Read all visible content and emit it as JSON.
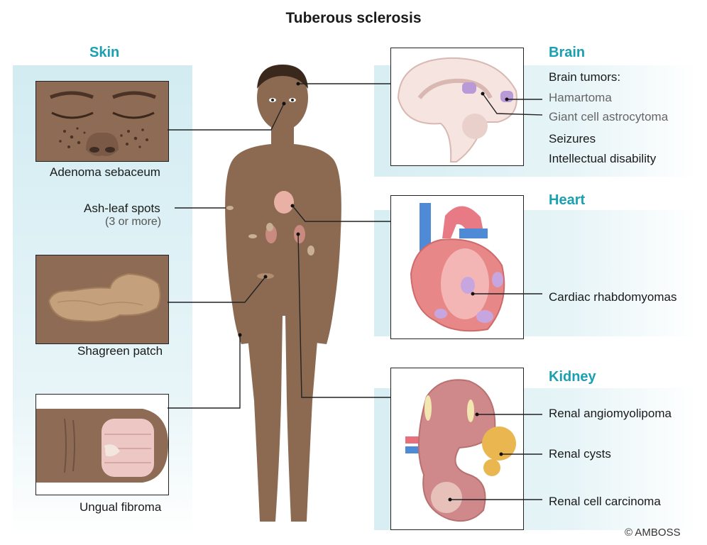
{
  "title": "Tuberous sclerosis",
  "skin": {
    "heading": "Skin",
    "adenoma": "Adenoma sebaceum",
    "ash_leaf": "Ash-leaf spots",
    "ash_leaf_note": "(3 or more)",
    "shagreen": "Shagreen patch",
    "ungual": "Ungual fibroma"
  },
  "brain": {
    "heading": "Brain",
    "tumors": "Brain tumors:",
    "hamartoma": "Hamartoma",
    "giant_cell": "Giant cell astrocytoma",
    "seizures": "Seizures",
    "intellectual": "Intellectual disability"
  },
  "heart": {
    "heading": "Heart",
    "rhabdo": "Cardiac rhabdomyomas"
  },
  "kidney": {
    "heading": "Kidney",
    "angiomyolipoma": "Renal angiomyolipoma",
    "cysts": "Renal cysts",
    "carcinoma": "Renal cell carcinoma"
  },
  "credit": "© AMBOSS",
  "colors": {
    "accent": "#1aa0b0",
    "skin_tone": "#8c6a52",
    "panel": "#dcf0f4"
  }
}
